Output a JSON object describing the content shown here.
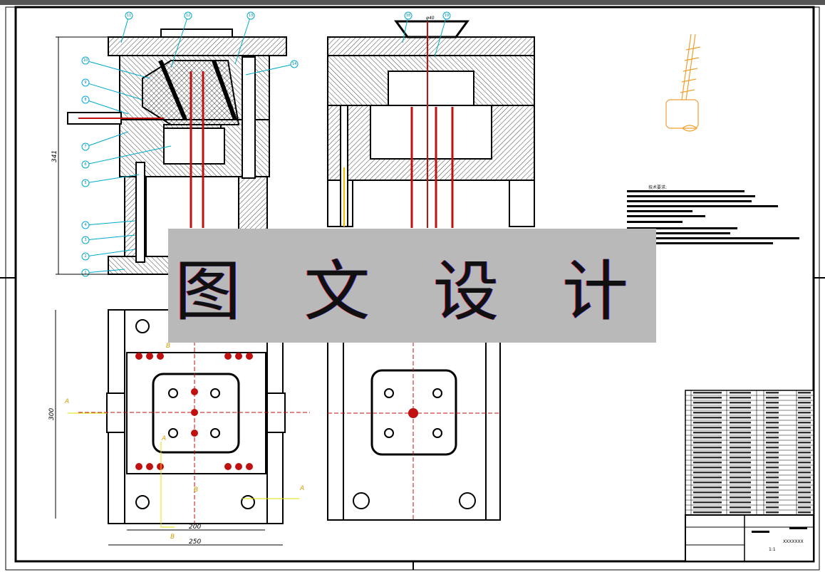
{
  "watermark": "图 文 设 计",
  "notes_title": "技术要求:",
  "dimensions": {
    "height_top": "341",
    "height_bottom": "300",
    "width_inner": "200",
    "width_outer": "250",
    "gate_dim": "φ40"
  },
  "part_balloons": [
    "1",
    "2",
    "3",
    "4",
    "5",
    "6",
    "7",
    "8",
    "9",
    "10",
    "11",
    "12",
    "13",
    "14"
  ],
  "balloons_side": [
    "18",
    "19"
  ],
  "section_markers": [
    "A",
    "A",
    "B",
    "B",
    "B",
    "A"
  ],
  "title_block": {
    "scale": "1:1",
    "drawing_no": "XXXXXXX"
  },
  "colors": {
    "outline": "#000000",
    "hatch": "#303030",
    "leader": "#00aacc",
    "pin": "#c01010",
    "dim": "#e0e000",
    "part3d": "#f0a030"
  }
}
